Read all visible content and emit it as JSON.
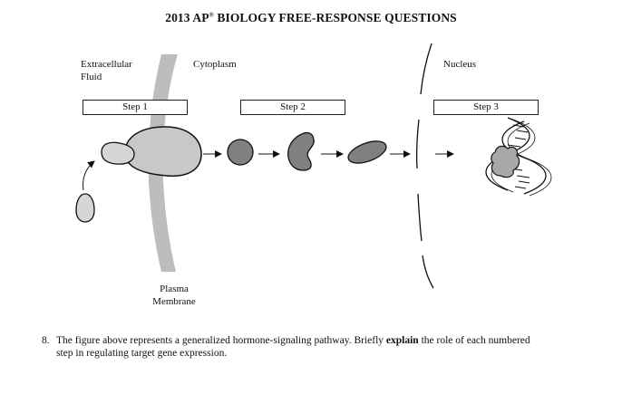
{
  "header": {
    "prefix": "2013 AP",
    "registered": "®",
    "suffix": " BIOLOGY FREE-RESPONSE QUESTIONS"
  },
  "figure": {
    "labels": {
      "extracellular_line1": "Extracellular",
      "extracellular_line2": "Fluid",
      "cytoplasm": "Cytoplasm",
      "nucleus": "Nucleus",
      "plasma_line1": "Plasma",
      "plasma_line2": "Membrane"
    },
    "steps": [
      "Step 1",
      "Step 2",
      "Step 3"
    ]
  },
  "question": {
    "number": "8.",
    "text_before": "The figure above represents a generalized hormone-signaling pathway. Briefly ",
    "emphasis": "explain",
    "text_after": " the role of each numbered step in regulating target gene expression."
  }
}
